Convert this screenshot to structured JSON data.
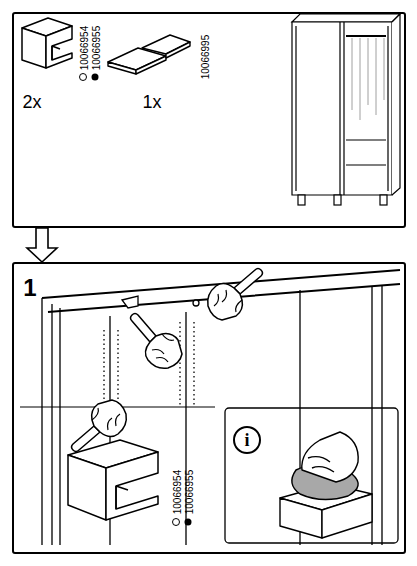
{
  "diagram": {
    "nodes": [
      {
        "text": [
          "2x",
          "10066954",
          "10066955",
          "1x",
          "10066995"
        ]
      },
      {
        "text": [
          "1",
          "10066954",
          "10066955"
        ]
      },
      {
        "text": [
          "i"
        ],
        "in": 1
      }
    ],
    "edges": [
      {
        "from": 0,
        "to": 1,
        "arrow": "to"
      }
    ]
  }
}
